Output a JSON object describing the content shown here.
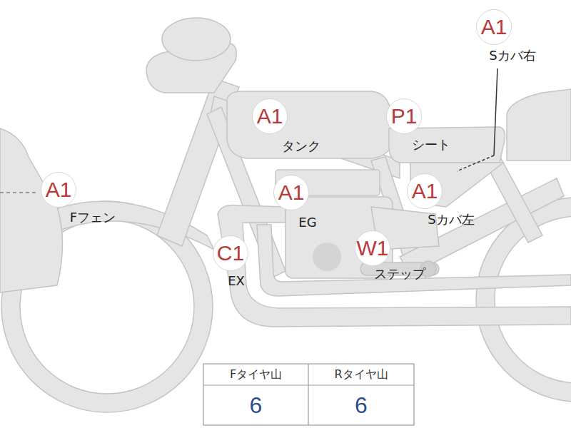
{
  "diagram": {
    "nodes": [
      {
        "text": [
          "A1",
          "Sカバ右"
        ]
      },
      {
        "text": [
          "A1",
          "タンク"
        ]
      },
      {
        "text": [
          "P1",
          "シート"
        ]
      },
      {
        "text": [
          "A1",
          "Fフェン"
        ]
      },
      {
        "text": [
          "A1",
          "EG"
        ]
      },
      {
        "text": [
          "A1",
          "Sカバ左"
        ]
      },
      {
        "text": [
          "C1",
          "EX"
        ]
      },
      {
        "text": [
          "W1",
          "ステップ"
        ]
      }
    ],
    "labels": [
      "Fタイヤ山",
      "Rタイヤ山",
      "6",
      "6"
    ]
  }
}
